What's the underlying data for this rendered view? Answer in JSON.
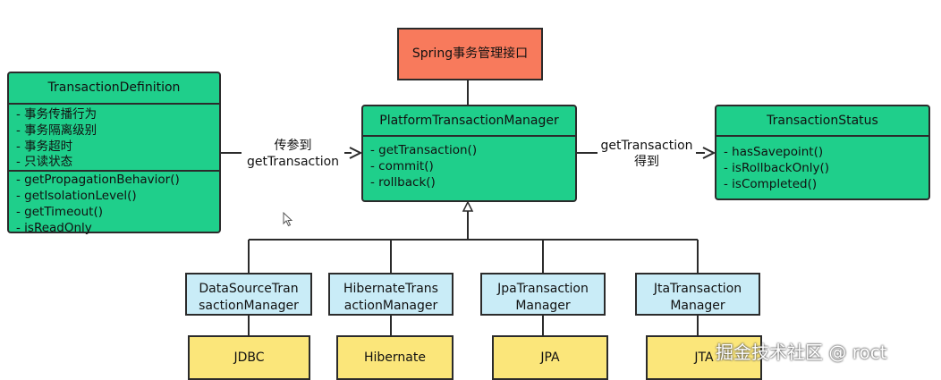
{
  "diagram": {
    "spring_interface": "Spring事务管理接口",
    "definition": {
      "title": "TransactionDefinition",
      "attributes": [
        "- 事务传播行为",
        "- 事务隔离级别",
        "- 事务超时",
        "- 只读状态"
      ],
      "methods": [
        "- getPropagationBehavior()",
        "- getIsolationLevel()",
        "- getTimeout()",
        "- isReadOnly"
      ]
    },
    "manager": {
      "title": "PlatformTransactionManager",
      "methods": [
        "- getTransaction()",
        "- commit()",
        "- rollback()"
      ]
    },
    "status": {
      "title": "TransactionStatus",
      "methods": [
        "- hasSavepoint()",
        "- isRollbackOnly()",
        "- isCompleted()"
      ]
    },
    "edge_left": {
      "line1": "传参到",
      "line2": "getTransaction"
    },
    "edge_right": {
      "line1": "getTransaction",
      "line2": "得到"
    },
    "implementations": [
      {
        "line1": "DataSourceTran",
        "line2": "sactionManager",
        "tech": "JDBC"
      },
      {
        "line1": "HibernateTrans",
        "line2": "actionManager",
        "tech": "Hibernate"
      },
      {
        "line1": "JpaTransaction",
        "line2": "Manager",
        "tech": "JPA"
      },
      {
        "line1": "JtaTransaction",
        "line2": "Manager",
        "tech": "JTA"
      }
    ],
    "colors": {
      "interface": "#f87a5c",
      "class": "#1fcf8b",
      "implementation": "#c9ecf7",
      "technology": "#fbe67a"
    }
  },
  "watermark": "掘金技术社区 @ roct"
}
